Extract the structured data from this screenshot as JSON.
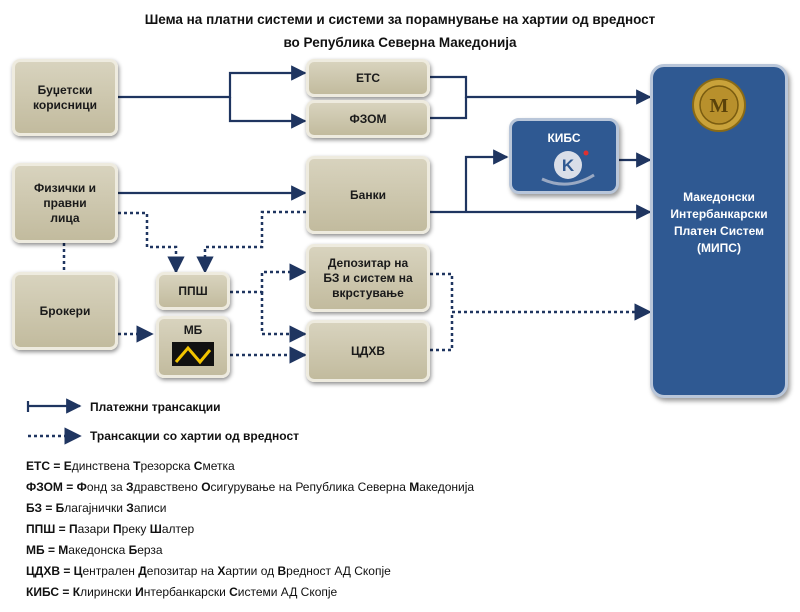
{
  "title": {
    "line1": "Шема на платни системи и системи за порамнување на хартии од вредност",
    "line2": "во Република Северна Македонија"
  },
  "nodes": {
    "budget_users": [
      "Буџетски",
      "корисници"
    ],
    "ets": [
      "ЕТС"
    ],
    "fzom": [
      "ФЗОМ"
    ],
    "individuals": [
      "Физички и",
      "правни",
      "лица"
    ],
    "banks": [
      "Банки"
    ],
    "brokers": [
      "Брокери"
    ],
    "pps": [
      "ППШ"
    ],
    "mb": "МБ",
    "depository": [
      "Депозитар на",
      "БЗ и систем на",
      "вкрстување"
    ],
    "cdhv": [
      "ЦДХВ"
    ],
    "kibs": "КИБС",
    "mips": [
      "Македонски",
      "Интербанкарски",
      "Платен Систем",
      "(МИПС)"
    ]
  },
  "legend": {
    "payment": "Платежни трансакции",
    "securities": "Трансакции со хартии од вредност"
  },
  "abbreviations": [
    {
      "code": "ЕТС",
      "parts": [
        "Е",
        "динствена ",
        "Т",
        "резорска ",
        "С",
        "метка"
      ]
    },
    {
      "code": "ФЗОМ",
      "parts": [
        "Ф",
        "онд за ",
        "З",
        "дравствено ",
        "О",
        "сигурување на Република Северна ",
        "М",
        "акедонија"
      ]
    },
    {
      "code": "БЗ",
      "parts": [
        "Б",
        "лагајнички ",
        "З",
        "аписи"
      ]
    },
    {
      "code": "ППШ",
      "parts": [
        "П",
        "азари ",
        "П",
        "реку ",
        "Ш",
        "алтер"
      ]
    },
    {
      "code": "МБ",
      "parts": [
        "М",
        "акедонска ",
        "Б",
        "ерза"
      ]
    },
    {
      "code": "ЦДХВ",
      "parts": [
        "Ц",
        "ентрален ",
        "Д",
        "епозитар на ",
        "Х",
        "артии од ",
        "В",
        "редност АД Скопје"
      ]
    },
    {
      "code": "КИБС",
      "parts": [
        "К",
        "лирински ",
        "И",
        "нтербанкарски ",
        "С",
        "истеми АД Скопје"
      ]
    }
  ],
  "colors": {
    "navy": "#1f3560",
    "box_fill": "#cdc7ad",
    "mips_fill": "#2f5992",
    "kibs_fill": "#2f5992"
  },
  "icons": {
    "seal": "coin-seal-icon",
    "kibs": "kibs-logo-icon",
    "mb": "mse-logo-icon"
  }
}
